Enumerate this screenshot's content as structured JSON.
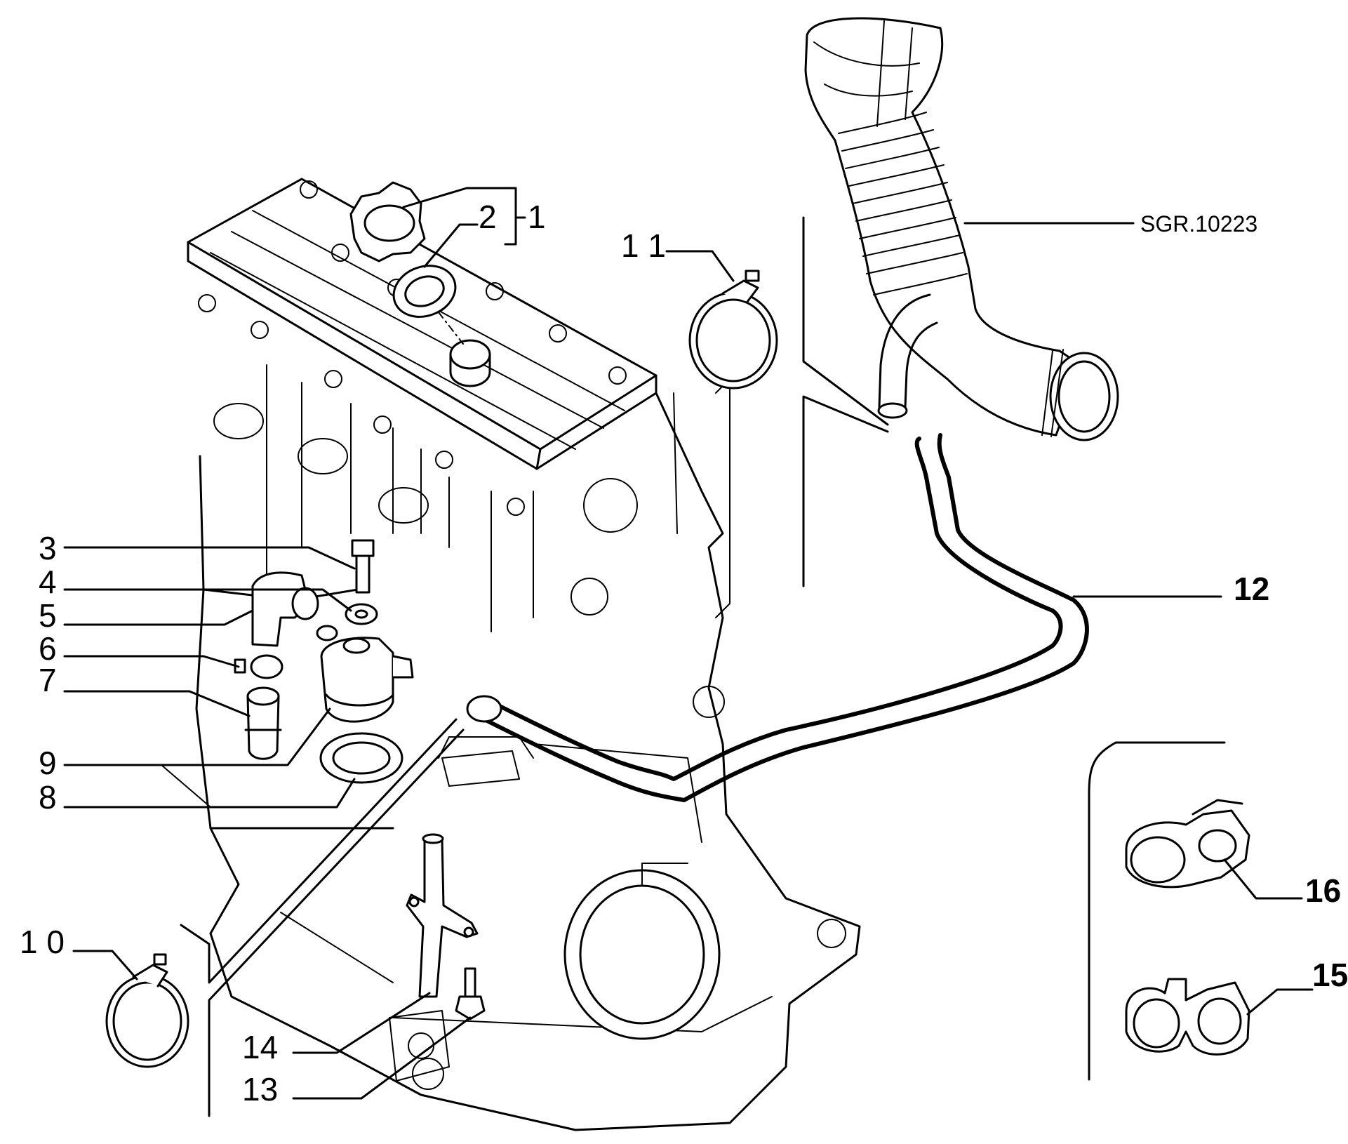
{
  "diagram": {
    "reference_code": "SGR.10223",
    "part_labels": [
      {
        "id": "1",
        "text": "1"
      },
      {
        "id": "2",
        "text": "2"
      },
      {
        "id": "3",
        "text": "3"
      },
      {
        "id": "4",
        "text": "4"
      },
      {
        "id": "5",
        "text": "5"
      },
      {
        "id": "6",
        "text": "6"
      },
      {
        "id": "7",
        "text": "7"
      },
      {
        "id": "8",
        "text": "8"
      },
      {
        "id": "9",
        "text": "9"
      },
      {
        "id": "10",
        "text": "1 0"
      },
      {
        "id": "11",
        "text": "1 1"
      },
      {
        "id": "12",
        "text": "12"
      },
      {
        "id": "13",
        "text": "13"
      },
      {
        "id": "14",
        "text": "14"
      },
      {
        "id": "15",
        "text": "15"
      },
      {
        "id": "16",
        "text": "16"
      }
    ]
  }
}
